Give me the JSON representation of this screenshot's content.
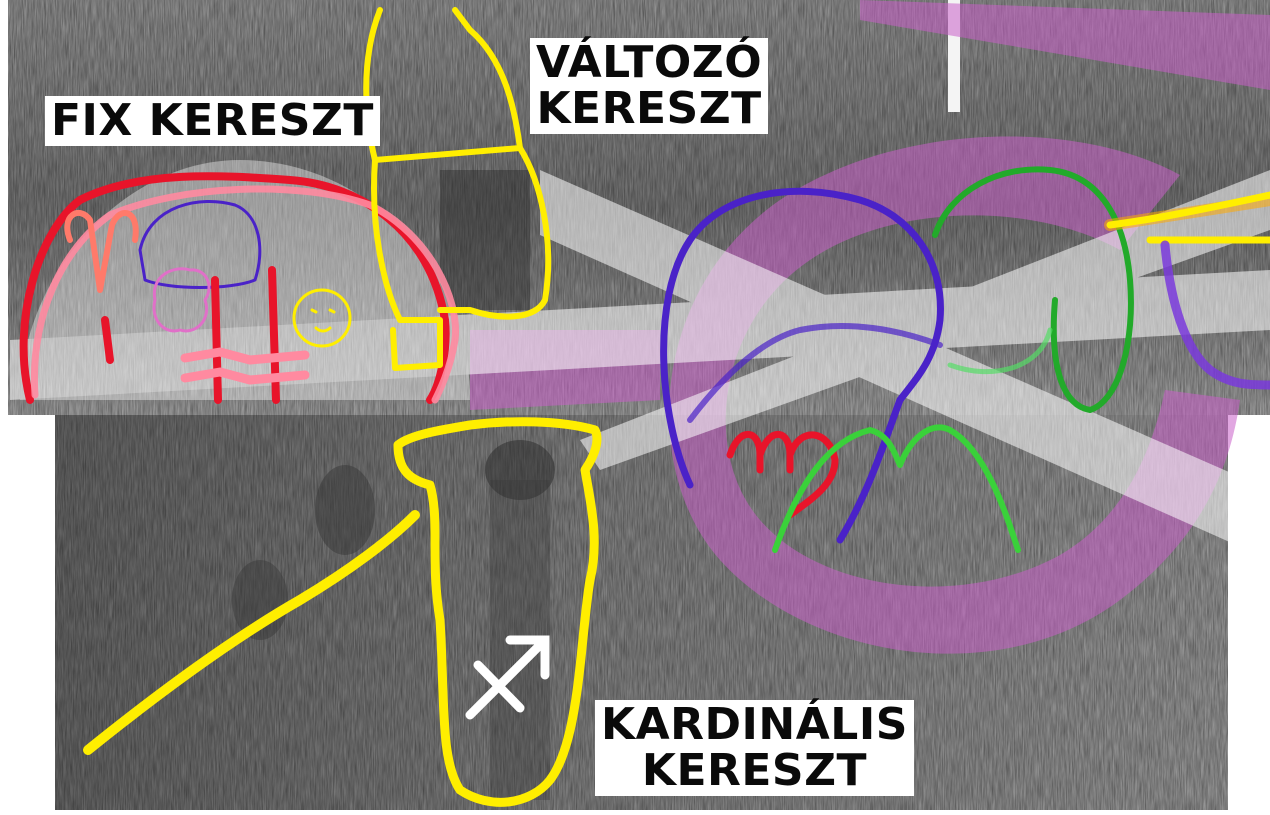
{
  "labels": {
    "fix": "FIX KERESZT",
    "valtozo_line1": "VÁLTOZÓ",
    "valtozo_line2": "KERESZT",
    "kardinalis_line1": "KARDINÁLIS",
    "kardinalis_line2": "KERESZT"
  },
  "colors": {
    "yellow": "#ffee00",
    "red": "#e8142a",
    "pink": "#ff8aa0",
    "violet": "#4a22c8",
    "green": "#22aa2a",
    "magenta_band": "#c85fc8",
    "glass": "#ffffff"
  },
  "symbols": {
    "sagittarius": "sagittarius-icon",
    "aries": "aries-icon",
    "taurus": "taurus-icon",
    "scorpio": "scorpio-icon",
    "leo": "leo-icon",
    "aquarius": "aquarius-icon"
  }
}
